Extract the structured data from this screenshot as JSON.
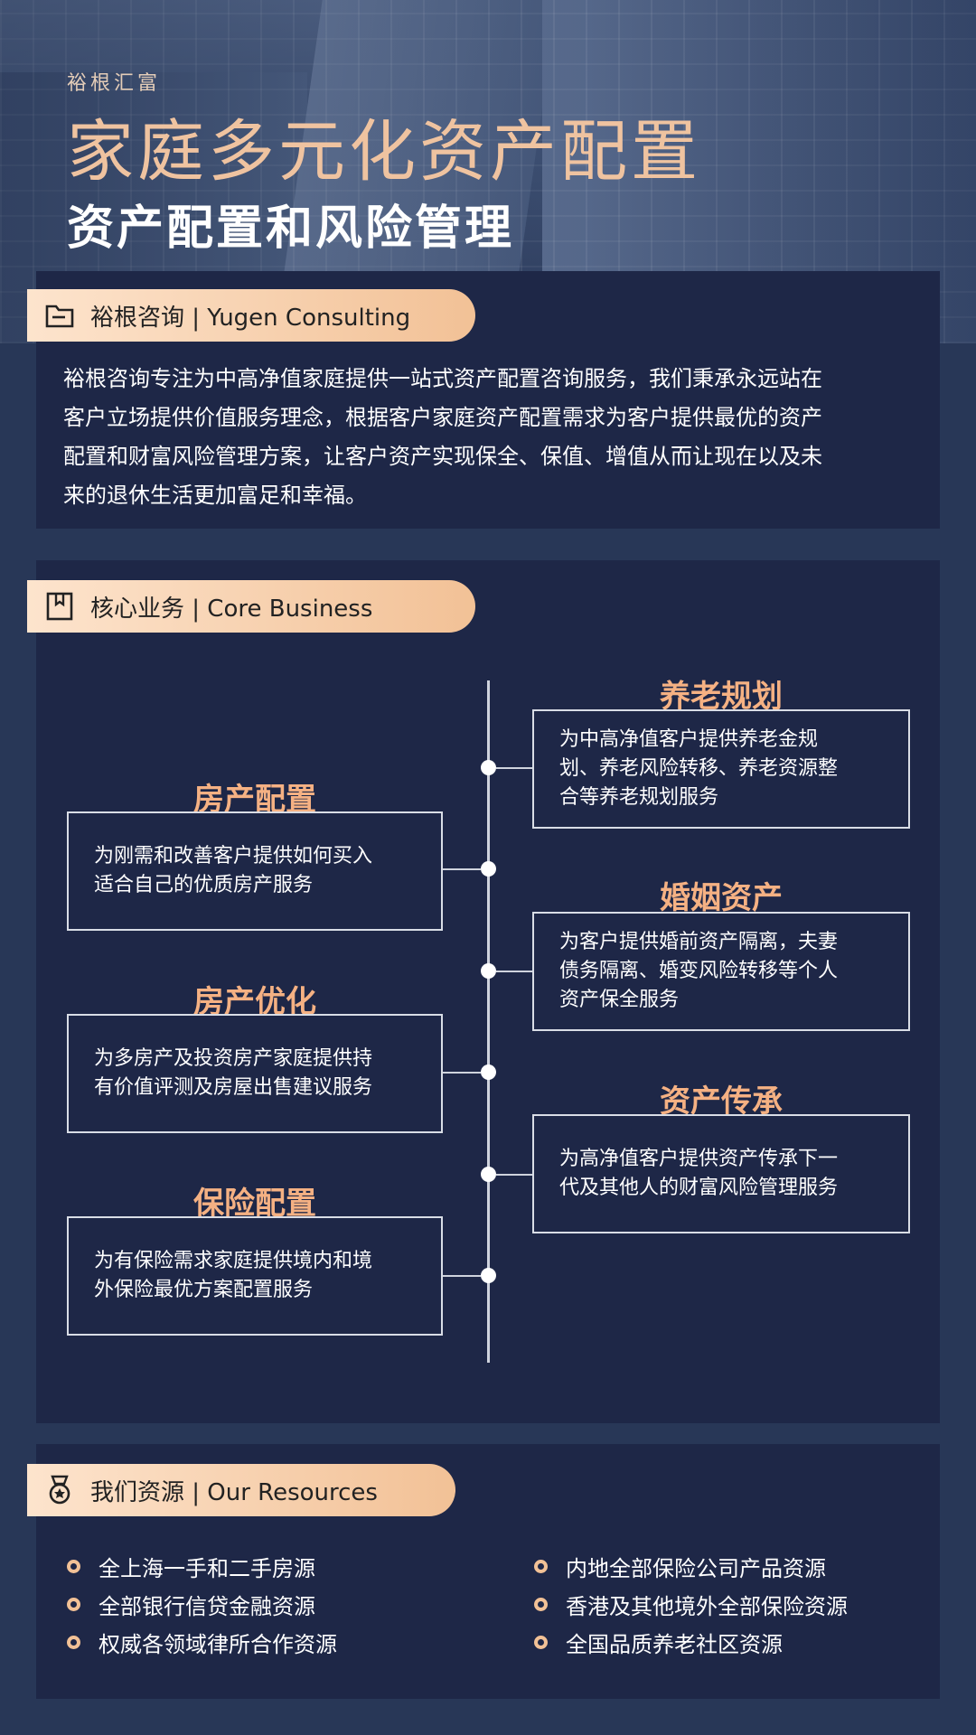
{
  "header": {
    "brand": "裕根汇富",
    "title": "家庭多元化资产配置",
    "subtitle": "资产配置和风险管理"
  },
  "about": {
    "tag": "裕根咨询 | Yugen Consulting",
    "icon": "folder-icon",
    "lines": [
      "裕根咨询专注为中高净值家庭提供一站式资产配置咨询服务，我们秉承永远站在",
      "客户立场提供价值服务理念，根据客户家庭资产配置需求为客户提供最优的资产",
      "配置和财富风险管理方案，让客户资产实现保全、保值、增值从而让现在以及未",
      "来的退休生活更加富足和幸福。"
    ]
  },
  "business": {
    "tag": "核心业务 | Core Business",
    "icon": "book-icon",
    "items": [
      {
        "title": "养老规划",
        "lines": [
          "为中高净值客户提供养老金规",
          "划、养老风险转移、养老资源整",
          "合等养老规划服务"
        ]
      },
      {
        "title": "房产配置",
        "lines": [
          "为刚需和改善客户提供如何买入",
          "适合自己的优质房产服务"
        ]
      },
      {
        "title": "婚姻资产",
        "lines": [
          "为客户提供婚前资产隔离，夫妻",
          "债务隔离、婚变风险转移等个人",
          "资产保全服务"
        ]
      },
      {
        "title": "房产优化",
        "lines": [
          "为多房产及投资房产家庭提供持",
          "有价值评测及房屋出售建议服务"
        ]
      },
      {
        "title": "资产传承",
        "lines": [
          "为高净值客户提供资产传承下一",
          "代及其他人的财富风险管理服务"
        ]
      },
      {
        "title": "保险配置",
        "lines": [
          "为有保险需求家庭提供境内和境",
          "外保险最优方案配置服务"
        ]
      }
    ]
  },
  "resources": {
    "tag": "我们资源 | Our  Resources",
    "icon": "medal-icon",
    "left": [
      "全上海一手和二手房源",
      "全部银行信贷金融资源",
      "权威各领域律所合作资源"
    ],
    "right": [
      "内地全部保险公司产品资源",
      "香港及其他境外全部保险资源",
      "全国品质养老社区资源"
    ]
  },
  "colors": {
    "background": "#283757",
    "panel": "#1e2747",
    "accent": "#f2c196",
    "title_orange": "#f5b183"
  }
}
